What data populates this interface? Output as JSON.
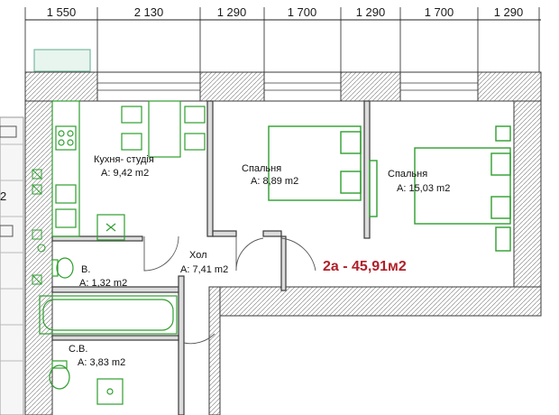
{
  "dimensions": [
    "1 550",
    "2 130",
    "1 290",
    "1 700",
    "1 290",
    "1 700",
    "1 290"
  ],
  "rooms": {
    "kitchen": {
      "name": "Кухня- студія",
      "area": "А: 9,42 m2"
    },
    "bedroom1": {
      "name": "Спальня",
      "area": "А: 8,89 m2"
    },
    "bedroom2": {
      "name": "Спальня",
      "area": "А: 15,03 m2"
    },
    "hall": {
      "name": "Хол",
      "area": "А: 7,41 m2"
    },
    "wc": {
      "name": "В.",
      "area": "А: 1,32 m2"
    },
    "bathroom": {
      "name": "С.В.",
      "area": "А: 3,83 m2"
    }
  },
  "apartment": {
    "label": "2а - 45,91м2"
  },
  "side_label": "2",
  "colors": {
    "furniture": "#2e9e2e",
    "total": "#b0202a",
    "wall": "#3a3a3a"
  }
}
